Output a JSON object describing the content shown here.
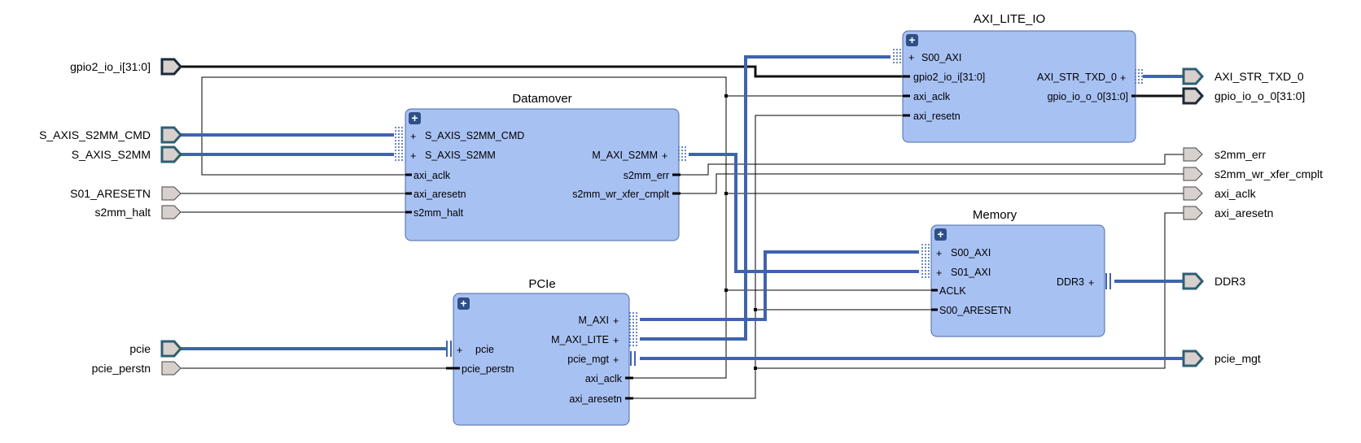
{
  "colors": {
    "block_fill": "#a8c1f3",
    "block_stroke": "#4c6ba8",
    "bus": "#3f64ad",
    "bus_light": "#5b7fc3",
    "wire": "#000000",
    "port_fill": "#d8d0cc",
    "port_stroke": "#333333",
    "bus_port_stroke": "#2f5f73",
    "expand_button": "#2f4f86"
  },
  "external_ports": {
    "gpio2_io_i": "gpio2_io_i[31:0]",
    "s_axis_s2mm_cmd": "S_AXIS_S2MM_CMD",
    "s_axis_s2mm": "S_AXIS_S2MM",
    "s01_aresetn": "S01_ARESETN",
    "s2mm_halt": "s2mm_halt",
    "pcie": "pcie",
    "pcie_perstn": "pcie_perstn",
    "axi_str_txd_0": "AXI_STR_TXD_0",
    "gpio_io_o_0": "gpio_io_o_0[31:0]",
    "s2mm_err": "s2mm_err",
    "s2mm_wr_xfer_cmplt": "s2mm_wr_xfer_cmplt",
    "axi_aclk": "axi_aclk",
    "axi_aresetn": "axi_aresetn",
    "ddr3": "DDR3",
    "pcie_mgt": "pcie_mgt"
  },
  "blocks": {
    "axi_lite_io": {
      "title": "AXI_LITE_IO",
      "expand": "+",
      "ports": {
        "s00_axi": "S00_AXI",
        "gpio2_io_i": "gpio2_io_i[31:0]",
        "axi_aclk": "axi_aclk",
        "axi_resetn": "axi_resetn",
        "axi_str_txd_0": "AXI_STR_TXD_0",
        "gpio_io_o_0": "gpio_io_o_0[31:0]"
      }
    },
    "datamover": {
      "title": "Datamover",
      "expand": "+",
      "ports": {
        "s_axis_s2mm_cmd": "S_AXIS_S2MM_CMD",
        "s_axis_s2mm": "S_AXIS_S2MM",
        "axi_aclk": "axi_aclk",
        "axi_aresetn": "axi_aresetn",
        "s2mm_halt": "s2mm_halt",
        "m_axi_s2mm": "M_AXI_S2MM",
        "s2mm_err": "s2mm_err",
        "s2mm_wr_xfer_cmplt": "s2mm_wr_xfer_cmplt"
      }
    },
    "memory": {
      "title": "Memory",
      "expand": "+",
      "ports": {
        "s00_axi": "S00_AXI",
        "s01_axi": "S01_AXI",
        "aclk": "ACLK",
        "s00_aresetn": "S00_ARESETN",
        "ddr3": "DDR3"
      }
    },
    "pcie": {
      "title": "PCIe",
      "expand": "+",
      "ports": {
        "pcie": "pcie",
        "pcie_perstn": "pcie_perstn",
        "m_axi": "M_AXI",
        "m_axi_lite": "M_AXI_LITE",
        "pcie_mgt": "pcie_mgt",
        "axi_aclk": "axi_aclk",
        "axi_aresetn": "axi_aresetn"
      }
    }
  },
  "bus_marker": "+"
}
